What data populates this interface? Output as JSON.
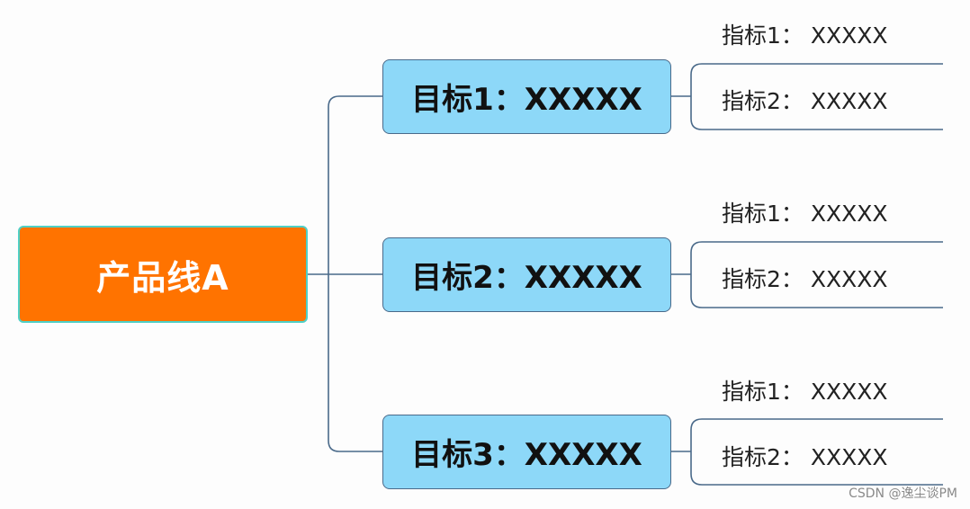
{
  "root": {
    "label": "产品线A"
  },
  "goals": [
    {
      "label": "目标1：XXXXX",
      "metrics": [
        "指标1：  XXXXX",
        "指标2：  XXXXX"
      ]
    },
    {
      "label": "目标2：XXXXX",
      "metrics": [
        "指标1：  XXXXX",
        "指标2：  XXXXX"
      ]
    },
    {
      "label": "目标3：XXXXX",
      "metrics": [
        "指标1：  XXXXX",
        "指标2：  XXXXX"
      ]
    }
  ],
  "watermark": "CSDN @逸尘谈PM",
  "colors": {
    "root_fill": "#ff7300",
    "root_border": "#4fd0c6",
    "goal_fill": "#8dd8f8",
    "goal_border": "#4a6a8a",
    "connector": "#4a6a8a"
  }
}
